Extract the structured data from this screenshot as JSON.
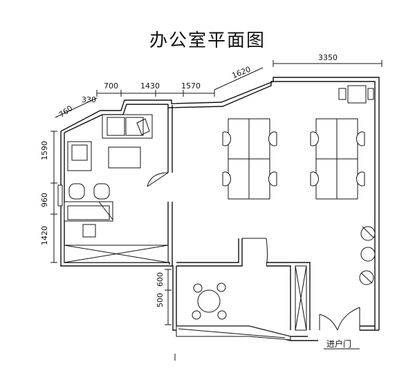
{
  "title": "办公室平面图",
  "dimensions": {
    "top": [
      "330",
      "700",
      "1430",
      "1570",
      "1620",
      "3350"
    ],
    "left_diagonal": "760",
    "left": [
      "1590",
      "960",
      "1420"
    ],
    "lower_left": [
      "600",
      "500"
    ]
  },
  "labels": {
    "entrance": "进户门"
  },
  "colors": {
    "line": "#111111",
    "background": "#ffffff"
  }
}
